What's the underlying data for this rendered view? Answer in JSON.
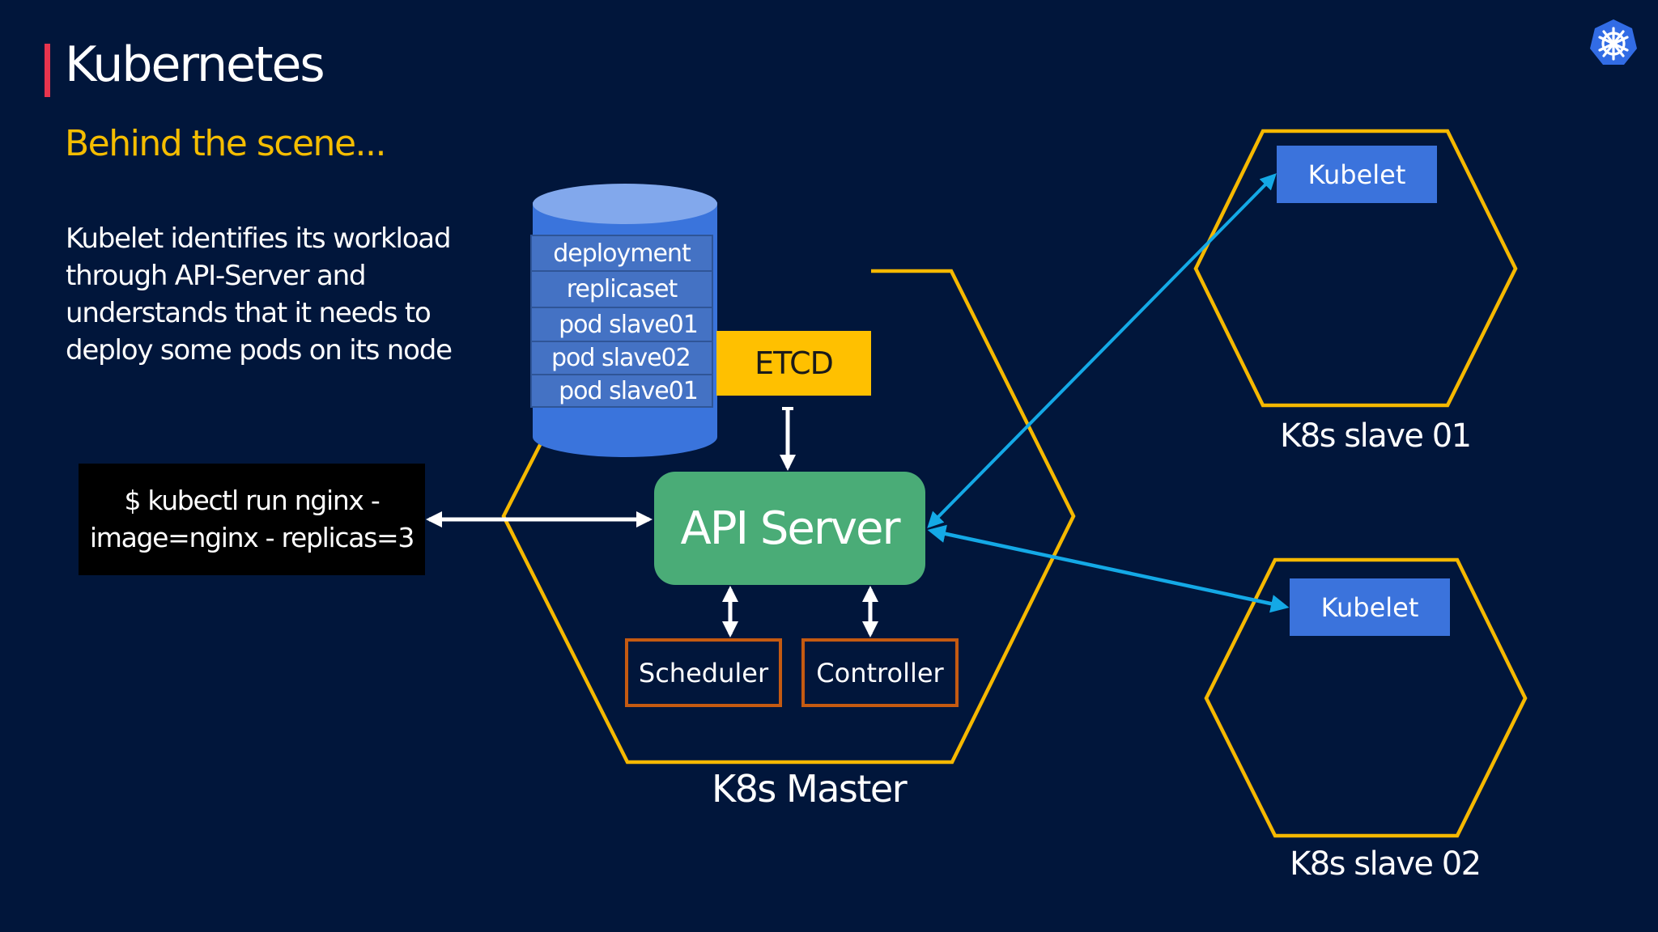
{
  "header": {
    "title": "Kubernetes",
    "subtitle": "Behind the scene...",
    "logo_icon": "kubernetes-helm-icon"
  },
  "description": {
    "lines": [
      "Kubelet identifies its workload",
      "through API-Server and",
      "understands that it needs to",
      "deploy some pods on its node"
    ]
  },
  "command": {
    "lines": [
      "$ kubectl run nginx -",
      "image=nginx - replicas=3"
    ]
  },
  "etcd_store": {
    "label": "ETCD",
    "records": [
      "deployment",
      "replicaset",
      "pod slave01",
      "pod slave02",
      "pod slave01"
    ]
  },
  "master": {
    "label": "K8s Master",
    "api_server": "API Server",
    "scheduler": "Scheduler",
    "controller": "Controller"
  },
  "slaves": [
    {
      "label": "K8s slave 01",
      "agent": "Kubelet"
    },
    {
      "label": "K8s slave 02",
      "agent": "Kubelet"
    }
  ],
  "colors": {
    "background": "#01163b",
    "accent_bar": "#e8344e",
    "subtitle": "#f5bd00",
    "hexagon": "#f5b800",
    "api_server": "#4aac77",
    "etcd": "#ffc000",
    "component_border": "#c55a11",
    "kubelet": "#3b73dc",
    "kubelet_link": "#14a9e6"
  }
}
